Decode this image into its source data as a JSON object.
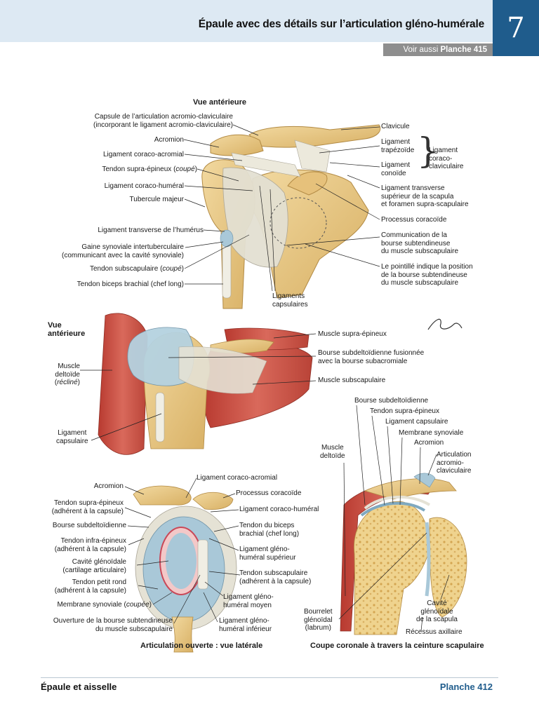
{
  "header": {
    "title": "Épaule avec des détails sur l’articulation gléno-humérale",
    "chapter_number": "7",
    "see_also_prefix": "Voir aussi ",
    "see_also_ref": "Planche 415"
  },
  "figure1": {
    "title": "Vue antérieure",
    "labels_left": [
      "Capsule de l’articulation acromio-claviculaire",
      "(incorporant le ligament acromio-claviculaire)",
      "Acromion",
      "Ligament coraco-acromial",
      "Tendon supra-épineux (",
      "coupé",
      ")",
      "Ligament coraco-huméral",
      "Tubercule majeur",
      "Ligament transverse de l’humérus",
      "Gaine synoviale intertuberculaire",
      "(communicant avec la cavité synoviale)",
      "Tendon subscapulaire (",
      "coupé",
      ")",
      "Tendon biceps brachial (chef long)"
    ],
    "labels_right": [
      "Clavicule",
      "Ligament",
      "trapézoïde",
      "Ligament",
      "conoïde",
      "Ligament",
      "coraco-",
      "claviculaire",
      "Ligament transverse",
      "supérieur de la scapula",
      "et foramen supra-scapulaire",
      "Processus coracoïde",
      "Communication de la",
      "bourse subtendineuse",
      "du muscle subscapulaire",
      "Le pointillé indique la position",
      "de la bourse subtendineuse",
      "du muscle subscapulaire"
    ],
    "labels_bottom": [
      "Ligaments",
      "capsulaires"
    ]
  },
  "figure2": {
    "title_line1": "Vue",
    "title_line2": "antérieure",
    "left": [
      "Muscle",
      "deltoïde",
      "(",
      "récliné",
      ")",
      "Ligament",
      "capsulaire"
    ],
    "right": [
      "Muscle supra-épineux",
      "Bourse subdeltoïdienne fusionnée",
      "avec la bourse subacromiale",
      "Muscle subscapulaire"
    ]
  },
  "figure3": {
    "caption": "Articulation ouverte : vue latérale",
    "left": [
      "Acromion",
      "Tendon supra-épineux",
      "(adhérent à la capsule)",
      "Bourse subdeltoïdienne",
      "Tendon infra-épineux",
      "(adhérent à la capsule)",
      "Cavité glénoïdale",
      "(cartilage articulaire)",
      "Tendon petit rond",
      "(adhérent à la capsule)",
      "Membrane synoviale (",
      "coupée",
      ")",
      "Ouverture de la bourse subtendineuse",
      "du muscle subscapulaire"
    ],
    "right": [
      "Ligament coraco-acromial",
      "Processus coracoïde",
      "Ligament coraco-huméral",
      "Tendon du biceps",
      "brachial (chef long)",
      "Ligament gléno-",
      "huméral supérieur",
      "Tendon subscapulaire",
      "(adhérent à la capsule)",
      "Ligament gléno-",
      "huméral moyen",
      "Ligament gléno-",
      "huméral inférieur"
    ]
  },
  "figure4": {
    "caption": "Coupe coronale à travers la ceinture scapulaire",
    "top": [
      "Bourse subdeltoïdienne",
      "Tendon supra-épineux",
      "Ligament capsulaire",
      "Membrane synoviale",
      "Acromion",
      "Articulation",
      "acromio-",
      "claviculaire"
    ],
    "left": [
      "Muscle",
      "deltoïde",
      "Bourrelet",
      "glénoïdal",
      "(labrum)"
    ],
    "right": [
      "Cavité",
      "glénoïdale",
      "de la scapula",
      "Récessus axillaire"
    ]
  },
  "footer": {
    "left": "Épaule et aisselle",
    "right": "Planche 412"
  },
  "colors": {
    "header_bg": "#dde9f3",
    "chapter_bg": "#1f5c8c",
    "bone": "#e9c987",
    "muscle": "#c9483c",
    "ligament": "#e6e3d7",
    "cartilage": "#a9c8d8"
  }
}
